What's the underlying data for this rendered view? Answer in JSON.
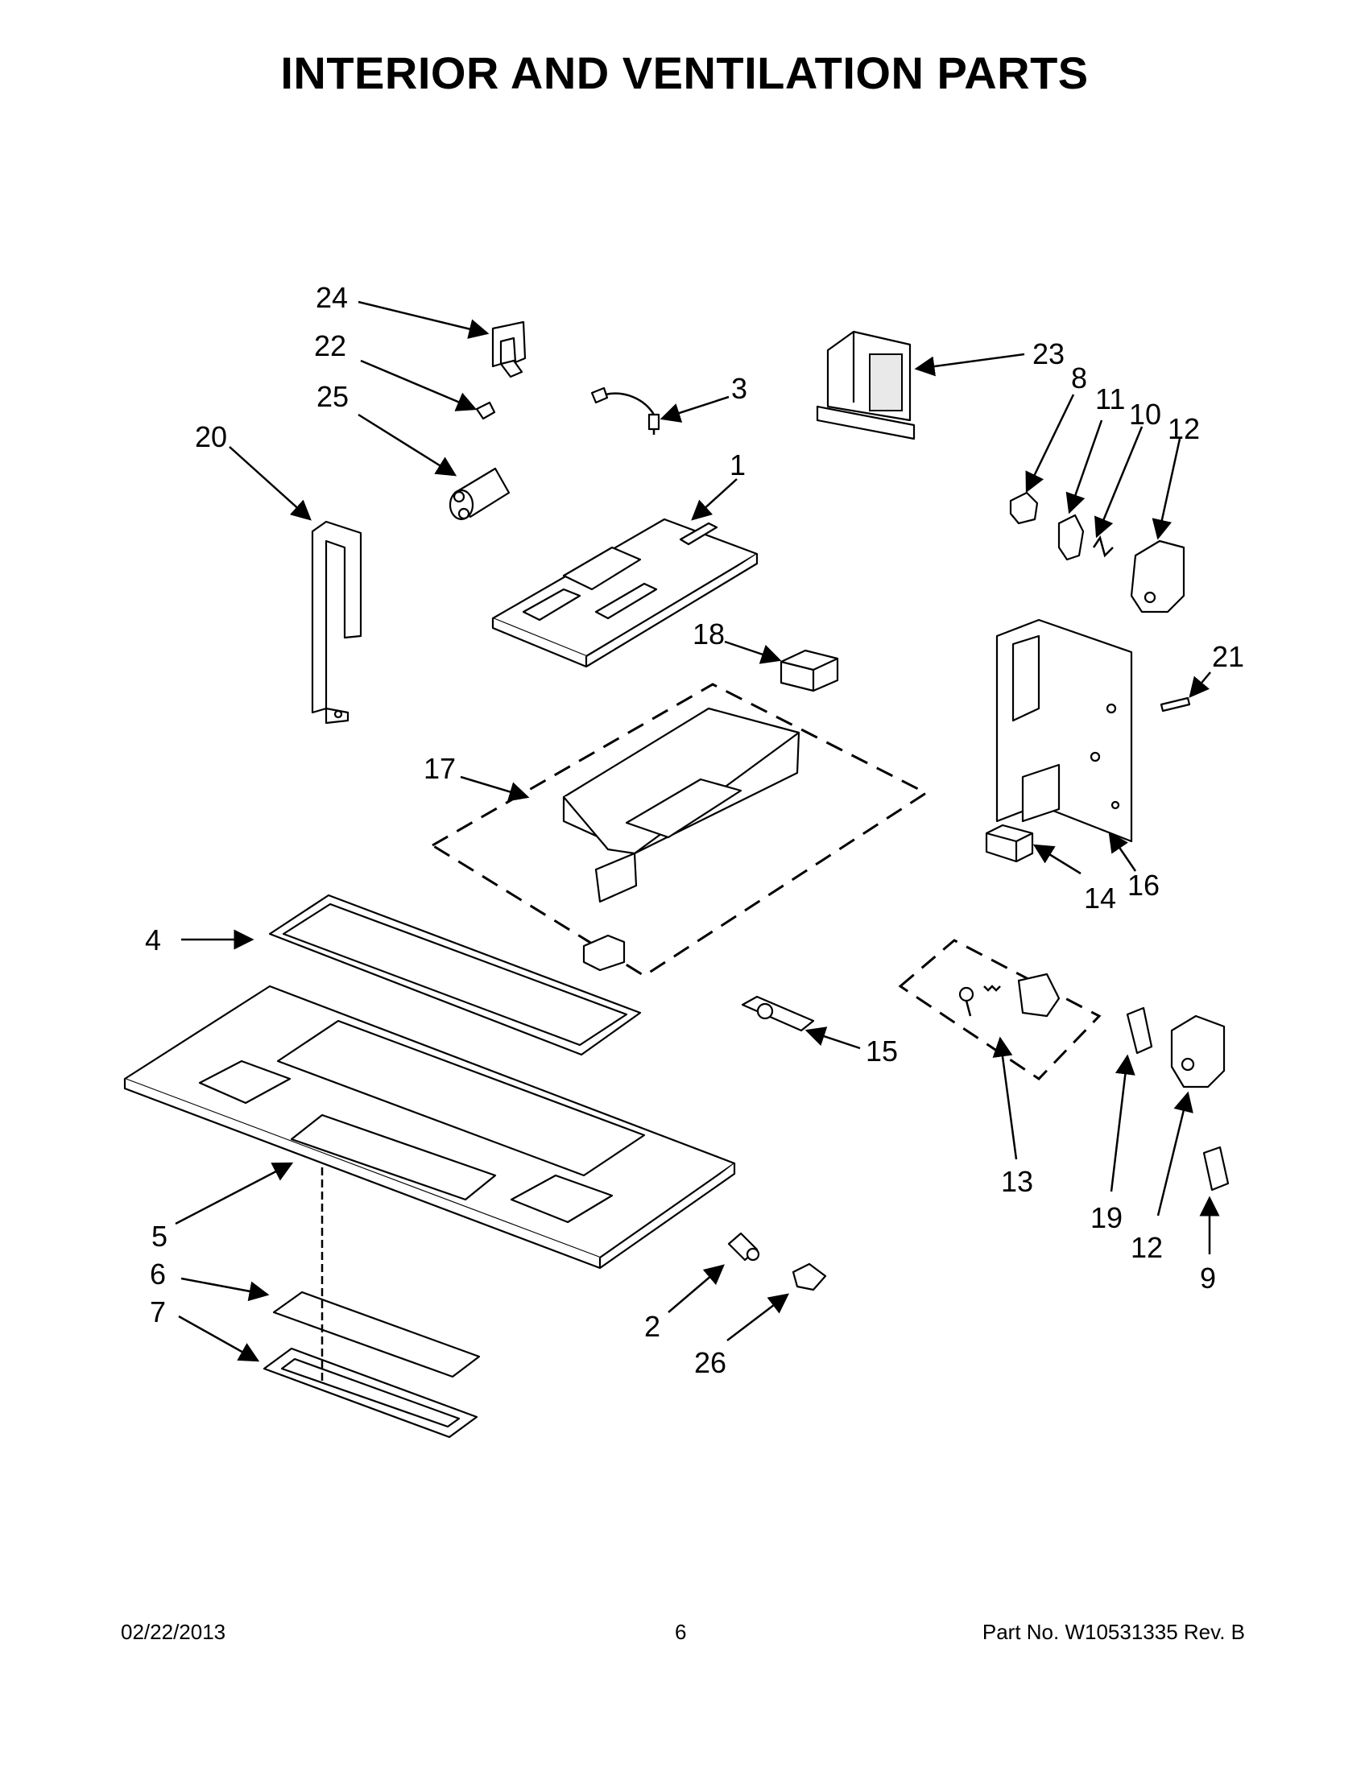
{
  "title": "INTERIOR AND VENTILATION PARTS",
  "callouts": [
    "1",
    "2",
    "3",
    "4",
    "5",
    "6",
    "7",
    "8",
    "9",
    "10",
    "11",
    "12",
    "12",
    "13",
    "14",
    "15",
    "16",
    "17",
    "18",
    "19",
    "20",
    "21",
    "22",
    "23",
    "24",
    "25",
    "26"
  ],
  "footer": {
    "date": "02/22/2013",
    "page": "6",
    "part_no": "Part No.  W10531335  Rev.  B"
  }
}
